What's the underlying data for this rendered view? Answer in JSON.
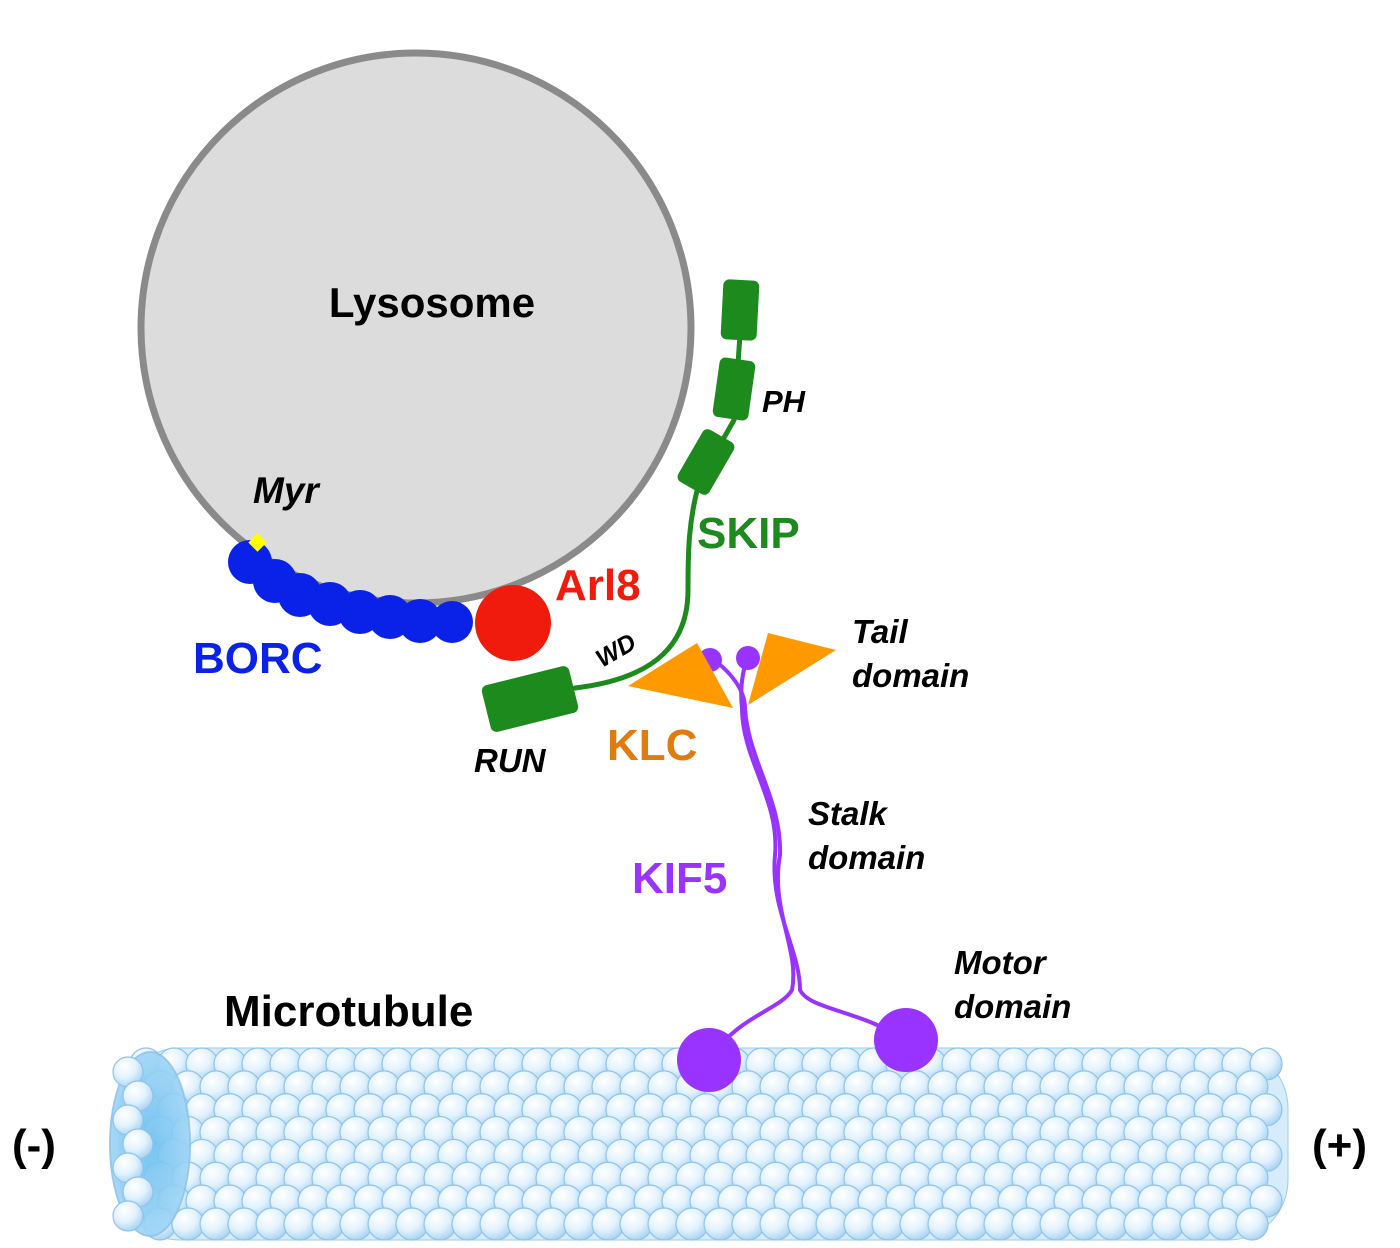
{
  "labels": {
    "lysosome": "Lysosome",
    "myr": "Myr",
    "borc": "BORC",
    "arl8": "Arl8",
    "skip": "SKIP",
    "ph": "PH",
    "wd": "WD",
    "run": "RUN",
    "klc": "KLC",
    "tail_line1": "Tail",
    "tail_line2": "domain",
    "stalk_line1": "Stalk",
    "stalk_line2": "domain",
    "kif5": "KIF5",
    "motor_line1": "Motor",
    "motor_line2": "domain",
    "microtubule": "Microtubule",
    "minus_end": "(-)",
    "plus_end": "(+)"
  },
  "colors": {
    "lysosome_fill": "#dcdcdc",
    "lysosome_stroke": "#8a8a8a",
    "borc": "#0a22e8",
    "myr": "#ffff00",
    "arl8": "#f01b0c",
    "skip": "#1c8a1c",
    "klc": "#ff9900",
    "klc_text": "#e07b10",
    "kif5": "#9933ff",
    "microtubule": "#cde8fa",
    "microtubule_stroke": "#7fb6df",
    "text": "#000000"
  }
}
